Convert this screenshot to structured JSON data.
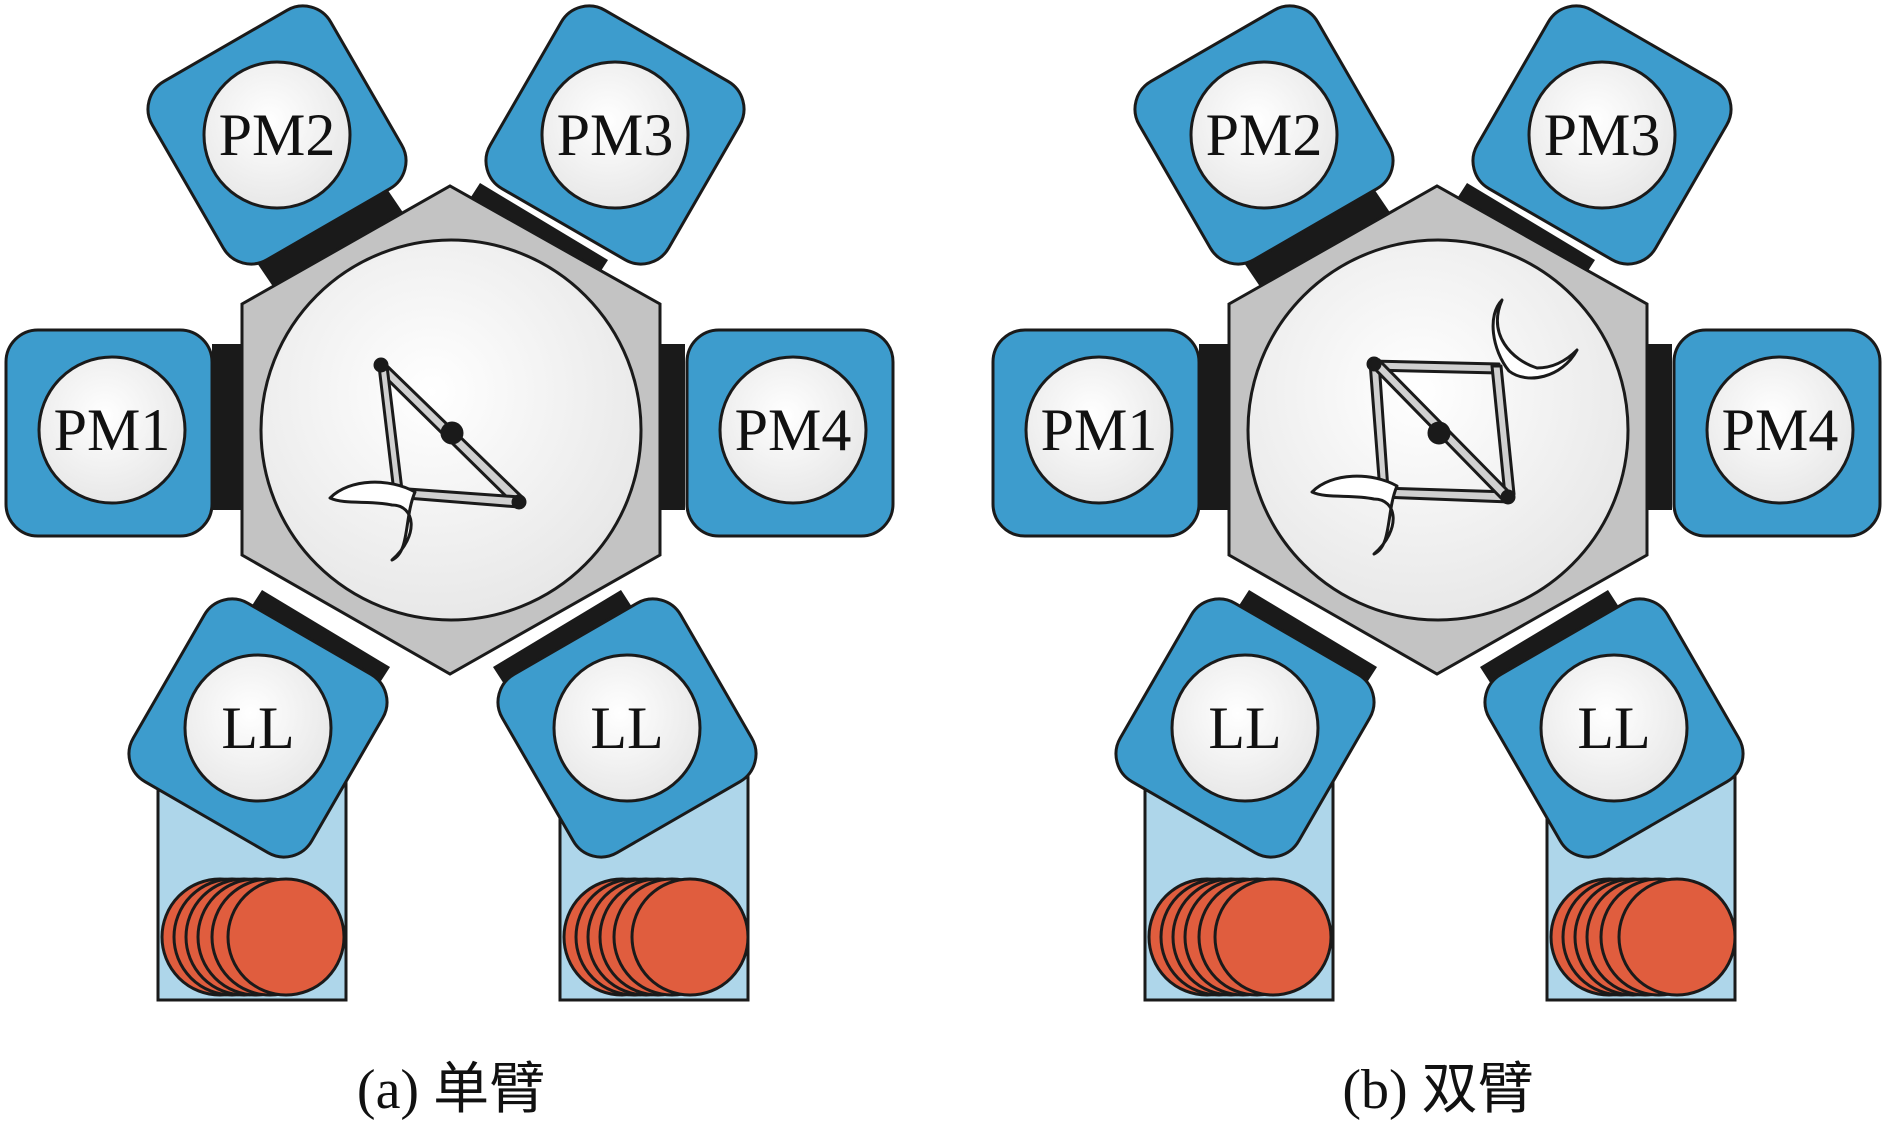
{
  "colors": {
    "module_blue": "#3d9ccd",
    "cassette_light_blue": "#aed6ea",
    "wafer_orange": "#e05d3e",
    "hub_gray": "#c3c3c3",
    "circle_white": "#f4f4f4",
    "connector_black": "#1a1a1a",
    "outline": "#1a1a1a"
  },
  "panels": [
    {
      "id": "a",
      "modules": [
        "PM1",
        "PM2",
        "PM3",
        "PM4"
      ],
      "loadlocks": [
        "LL",
        "LL"
      ],
      "robot_arm": "single",
      "caption": "(a) 单臂"
    },
    {
      "id": "b",
      "modules": [
        "PM1",
        "PM2",
        "PM3",
        "PM4"
      ],
      "loadlocks": [
        "LL",
        "LL"
      ],
      "robot_arm": "dual",
      "caption": "(b) 双臂"
    }
  ]
}
